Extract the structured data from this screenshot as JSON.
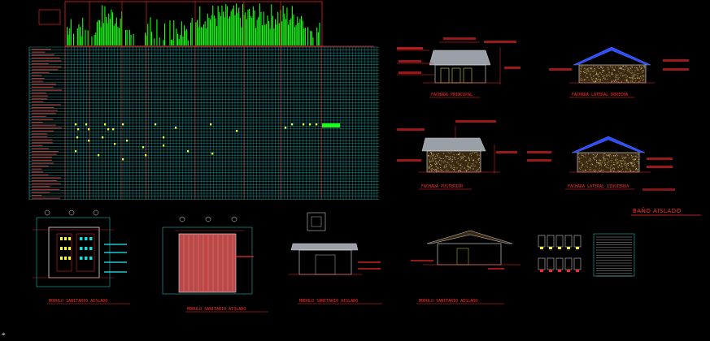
{
  "drawing": {
    "title": "BAÑO AISLADO",
    "elevations": [
      {
        "id": "front",
        "title": "FACHADA PRINCIPAL"
      },
      {
        "id": "right",
        "title": "FACHADA LATERAL DERECHA"
      },
      {
        "id": "back",
        "title": "FACHADA POSTERIOR"
      },
      {
        "id": "left",
        "title": "FACHADA LATERAL IZQUIERDA"
      }
    ],
    "plans": [
      {
        "id": "plan-arch",
        "title": "MODULO SANITARIO AISLADO"
      },
      {
        "id": "plan-roof",
        "title": "MODULO SANITARIO AISLADO"
      },
      {
        "id": "section-a",
        "title": "MODULO SANITARIO AISLADO"
      },
      {
        "id": "section-b",
        "title": "MODULO SANITARIO AISLADO"
      }
    ]
  },
  "colors": {
    "background": "#000000",
    "grid": "#19d9d9",
    "chart": "#19ff19",
    "accent": "#ff2a2a",
    "marker": "#ffff33",
    "roof": "#2a4dff"
  }
}
